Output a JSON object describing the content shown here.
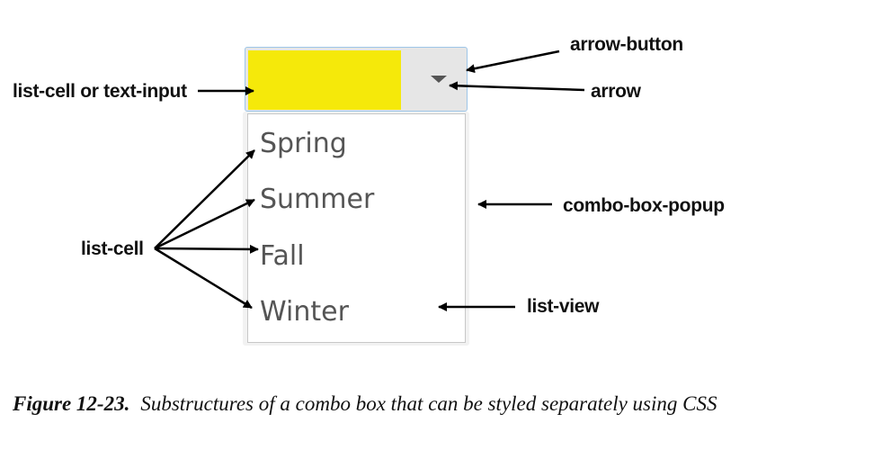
{
  "combo_box": {
    "selected_color": "#f5e90a",
    "arrow_icon": "triangle-down-icon"
  },
  "list_items": [
    "Spring",
    "Summer",
    "Fall",
    "Winter"
  ],
  "labels": {
    "list_cell_or_text_input": "list-cell or text-input",
    "arrow_button": "arrow-button",
    "arrow": "arrow",
    "combo_box_popup": "combo-box-popup",
    "list_cell": "list-cell",
    "list_view": "list-view"
  },
  "caption": {
    "number": "Figure 12-23.",
    "text": "Substructures of a combo box that can be styled separately using CSS"
  }
}
